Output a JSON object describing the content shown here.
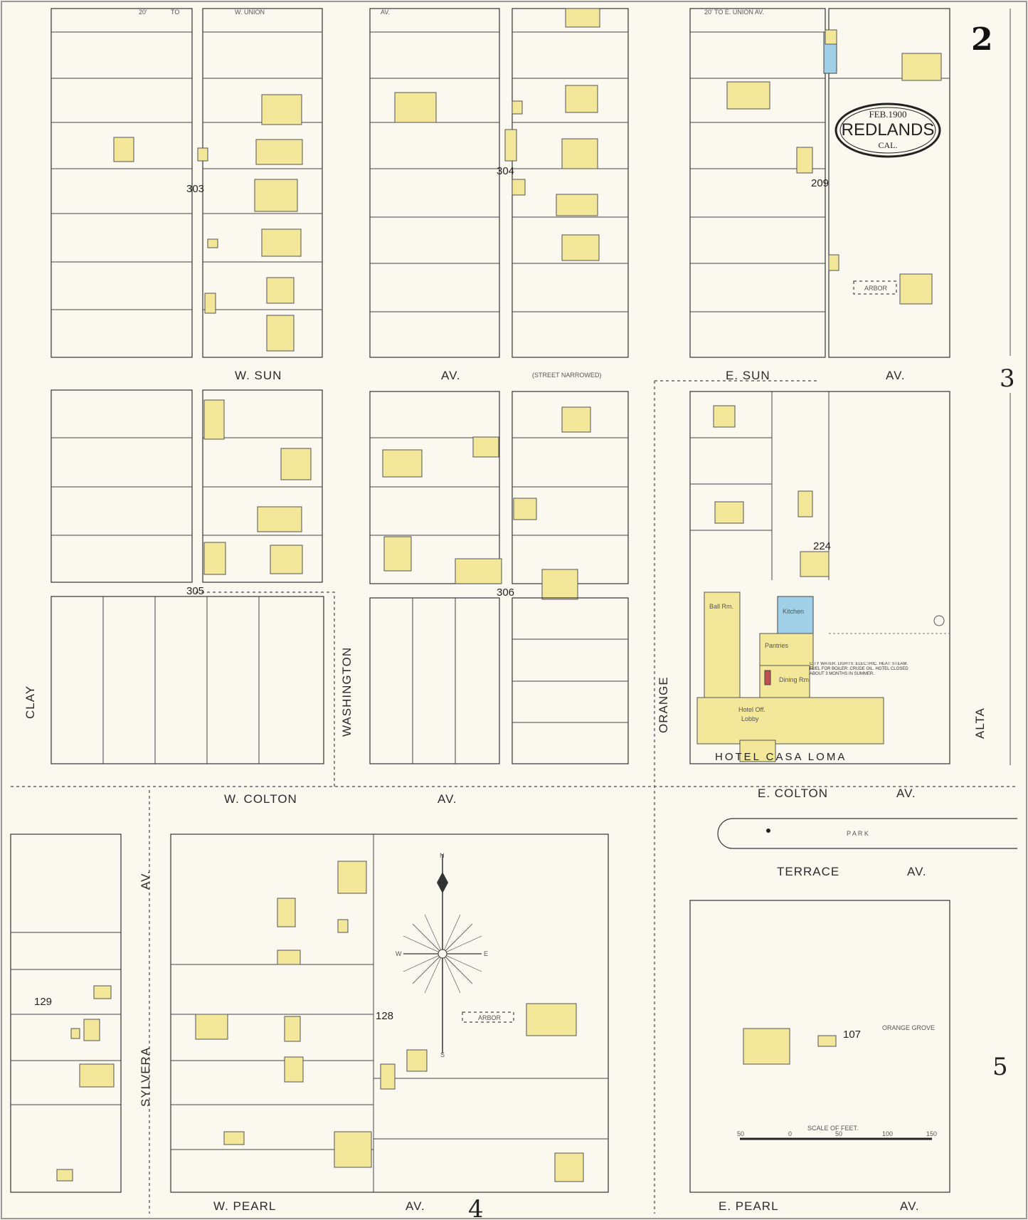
{
  "sheet_number": "2",
  "cartouche": {
    "date": "FEB.1900",
    "city": "REDLANDS",
    "state": "CAL."
  },
  "edge_numbers": {
    "right_top": "3",
    "right_bottom": "5",
    "bottom": "4"
  },
  "streets": {
    "w_union": "W.  UNION",
    "w_union_av": "AV.",
    "e_union": "20'  TO  E. UNION  AV.",
    "w_union_width": "20'",
    "to": "TO",
    "w_sun": "W.  SUN",
    "w_sun_av": "AV.",
    "street_narrowed": "(STREET NARROWED)",
    "e_sun": "E. SUN",
    "e_sun_av": "AV.",
    "w_colton": "W.  COLTON",
    "w_colton_av": "AV.",
    "e_colton": "E. COLTON",
    "e_colton_av": "AV.",
    "terrace": "TERRACE",
    "terrace_av": "AV.",
    "park": "P A R K",
    "w_pearl": "W.  PEARL",
    "w_pearl_av": "AV.",
    "e_pearl": "E. PEARL",
    "e_pearl_av": "AV.",
    "clay": "CLAY",
    "washington": "WASHINGTON",
    "orange": "ORANGE",
    "sylvera": "SYLVERA",
    "sylvera_av": "AV.",
    "alta": "ALTA"
  },
  "block_numbers": [
    "303",
    "304",
    "209",
    "305",
    "306",
    "224",
    "129",
    "128",
    "107"
  ],
  "hotel": {
    "name": "HOTEL  CASA  LOMA",
    "labels": [
      "Ball Rm.",
      "Kitchen",
      "Pantries",
      "Dining Rm.",
      "Hotel Off.",
      "Lobby"
    ],
    "note": "CITY WATER. LIGHTS: ELECTRIC. HEAT: STEAM. FUEL FOR BOILER: CRUDE OIL. HOTEL CLOSED ABOUT 3 MONTHS IN SUMMER."
  },
  "labels": {
    "arbor": "ARBOR",
    "orange_grove": "ORANGE  GROVE",
    "scale": "SCALE OF FEET."
  },
  "scale_ticks": [
    "50",
    "0",
    "50",
    "100",
    "150"
  ],
  "compass": {
    "n": "N",
    "s": "S",
    "e": "E",
    "w": "W"
  },
  "colors": {
    "paper": "#fbf8ef",
    "frame_building": "#f3e79a",
    "brick": "#c05050",
    "stone_blue": "#9fd0e8"
  }
}
